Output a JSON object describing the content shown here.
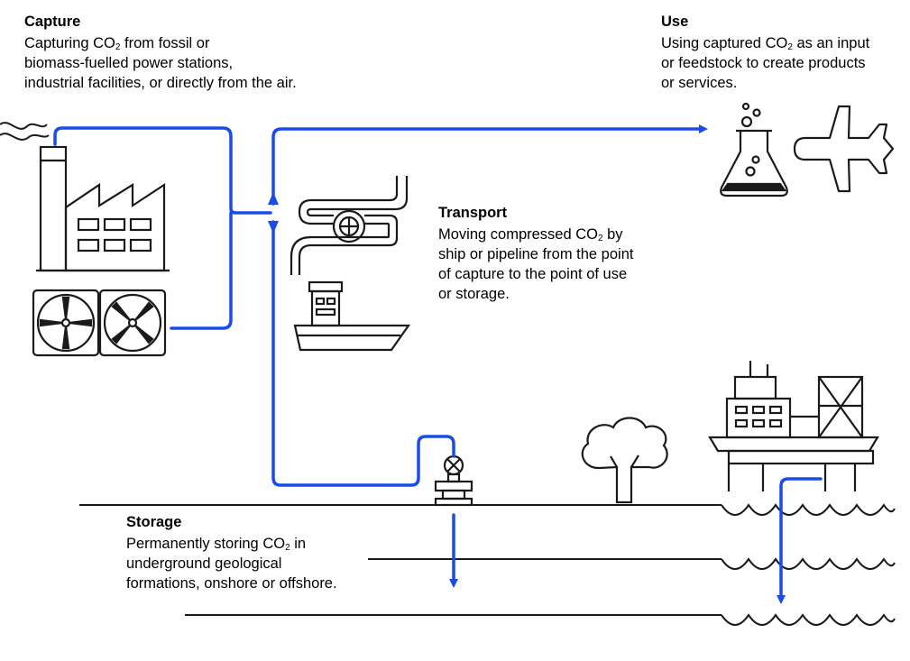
{
  "capture": {
    "title": "Capture",
    "line1_pre": "Capturing CO",
    "line1_sub": "2",
    "line1_post": " from fossil or",
    "line2": "biomass-fuelled power stations,",
    "line3": "industrial facilities, or directly from the air."
  },
  "use": {
    "title": "Use",
    "line1_pre": "Using captured CO",
    "line1_sub": "2",
    "line1_post": " as an input",
    "line2": "or feedstock to create products",
    "line3": "or services."
  },
  "transport": {
    "title": "Transport",
    "line1_pre": "Moving compressed CO",
    "line1_sub": "2",
    "line1_post": " by",
    "line2": "ship or pipeline from the point",
    "line3": "of capture to the point of use",
    "line4": "or storage."
  },
  "storage": {
    "title": "Storage",
    "line1_pre": "Permanently storing CO",
    "line1_sub": "2",
    "line1_post": " in",
    "line2": "underground geological",
    "line3": "formations, onshore or offshore."
  },
  "colors": {
    "flow": "#1a4de8",
    "ink": "#1a1a1a",
    "background": "#ffffff"
  },
  "icons": [
    "smoke-icon",
    "factory-icon",
    "direct-air-capture-fan-icon",
    "pipeline-icon",
    "ship-icon",
    "flask-icon",
    "airplane-icon",
    "injection-wellhead-icon",
    "tree-icon",
    "offshore-platform-icon",
    "sea-wave-icon"
  ]
}
